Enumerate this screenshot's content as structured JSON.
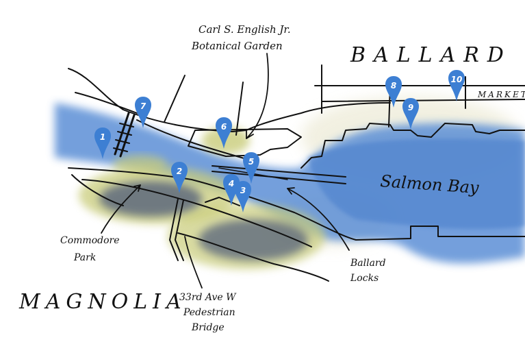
{
  "map": {
    "labels": {
      "ballard": "BALLARD",
      "magnolia": "MAGNOLIA",
      "market": "MARKET",
      "salmon_bay": "Salmon Bay",
      "garden_line1": "Carl S. English Jr.",
      "garden_line2": "Botanical Garden",
      "commodore_line1": "Commodore",
      "commodore_line2": "Park",
      "locks_line1": "Ballard",
      "locks_line2": "Locks",
      "bridge_line1": "33rd Ave W",
      "bridge_line2": "Pedestrian",
      "bridge_line3": "Bridge"
    },
    "pins": [
      "1",
      "2",
      "3",
      "4",
      "5",
      "6",
      "7",
      "8",
      "9",
      "10"
    ],
    "colors": {
      "water": "#5b8fd6",
      "pin": "#3d7fd3",
      "vegetation": "#c9cc7a",
      "dark_veg": "#4d5a78"
    }
  }
}
